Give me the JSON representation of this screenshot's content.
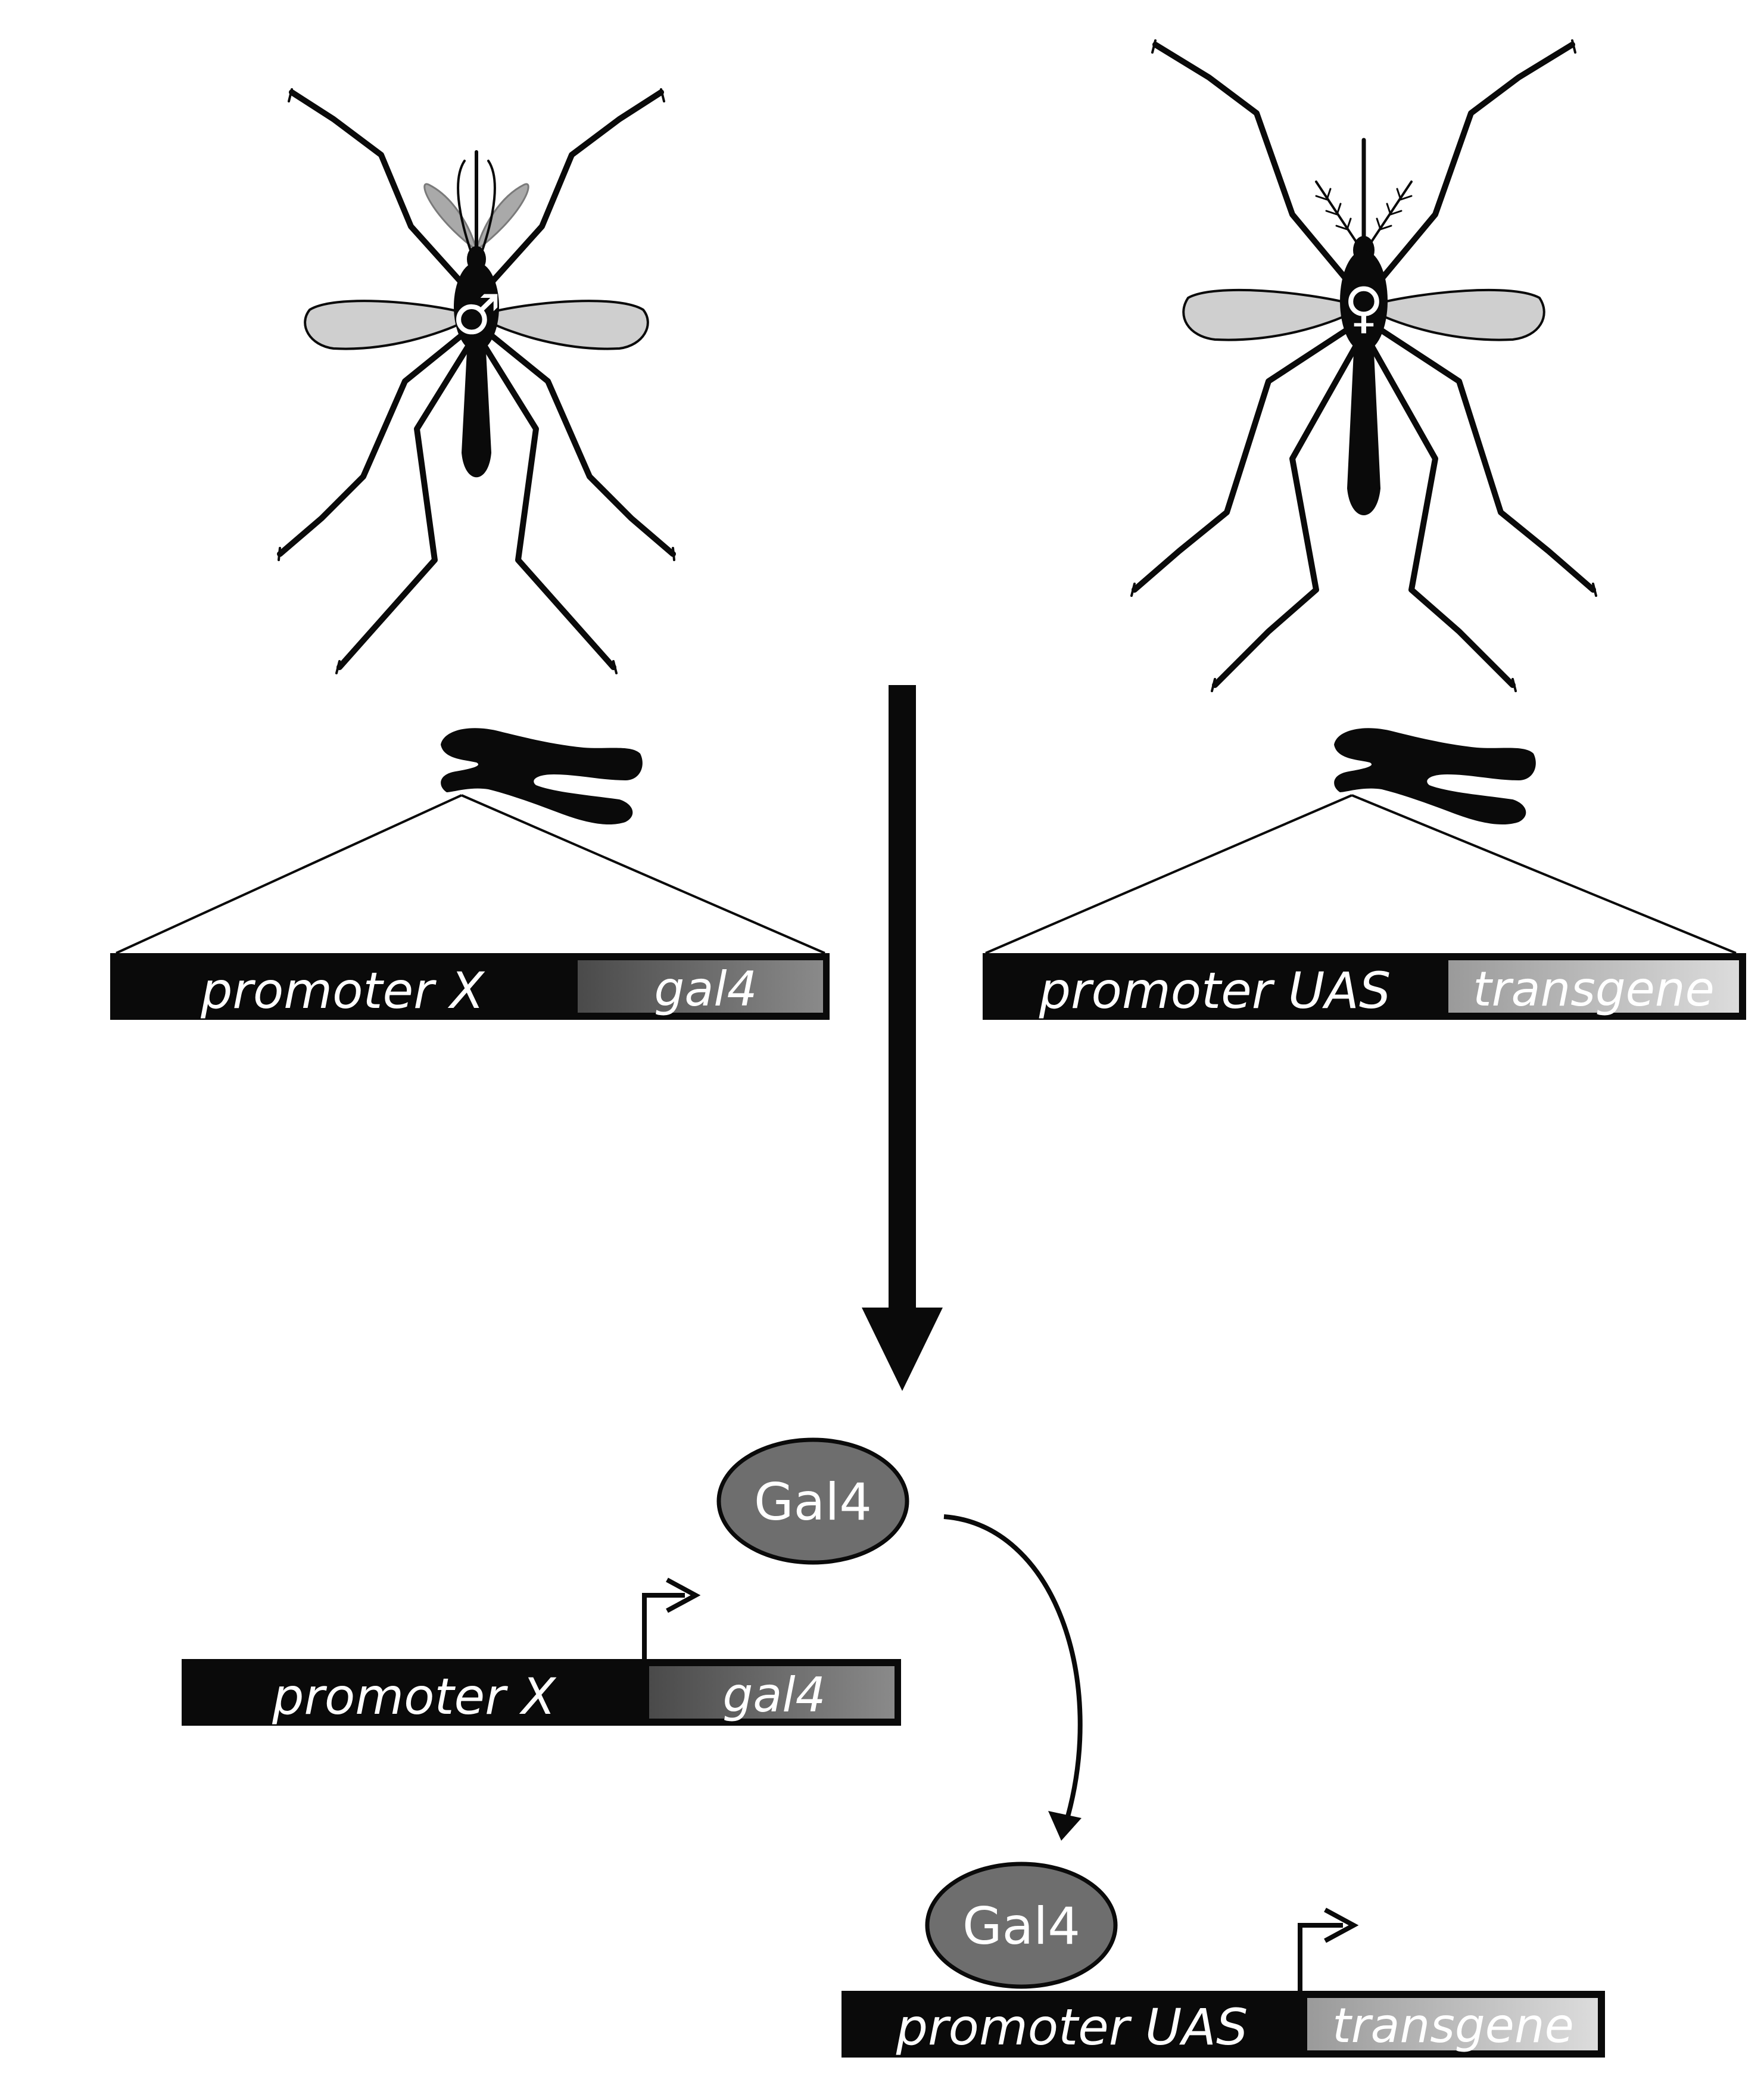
{
  "symbols": {
    "male": "♂",
    "female": "♀"
  },
  "parent_male": {
    "construct": {
      "promoter": "promoter X",
      "gene": "gal4"
    }
  },
  "parent_female": {
    "construct": {
      "promoter": "promoter UAS",
      "gene": "transgene"
    }
  },
  "offspring": {
    "gal4_protein_1": "Gal4",
    "gal4_protein_2": "Gal4",
    "driver_construct": {
      "promoter": "promoter X",
      "gene": "gal4"
    },
    "responder_construct": {
      "promoter": "promoter UAS",
      "gene": "transgene"
    }
  },
  "colors": {
    "black": "#0a0a0a",
    "gal4_fill": "#6e6e6e",
    "transgene_fill": "#bdbdbd",
    "wing_fill": "#cfcfcf",
    "male_wing_fill": "#a9a9a9"
  }
}
